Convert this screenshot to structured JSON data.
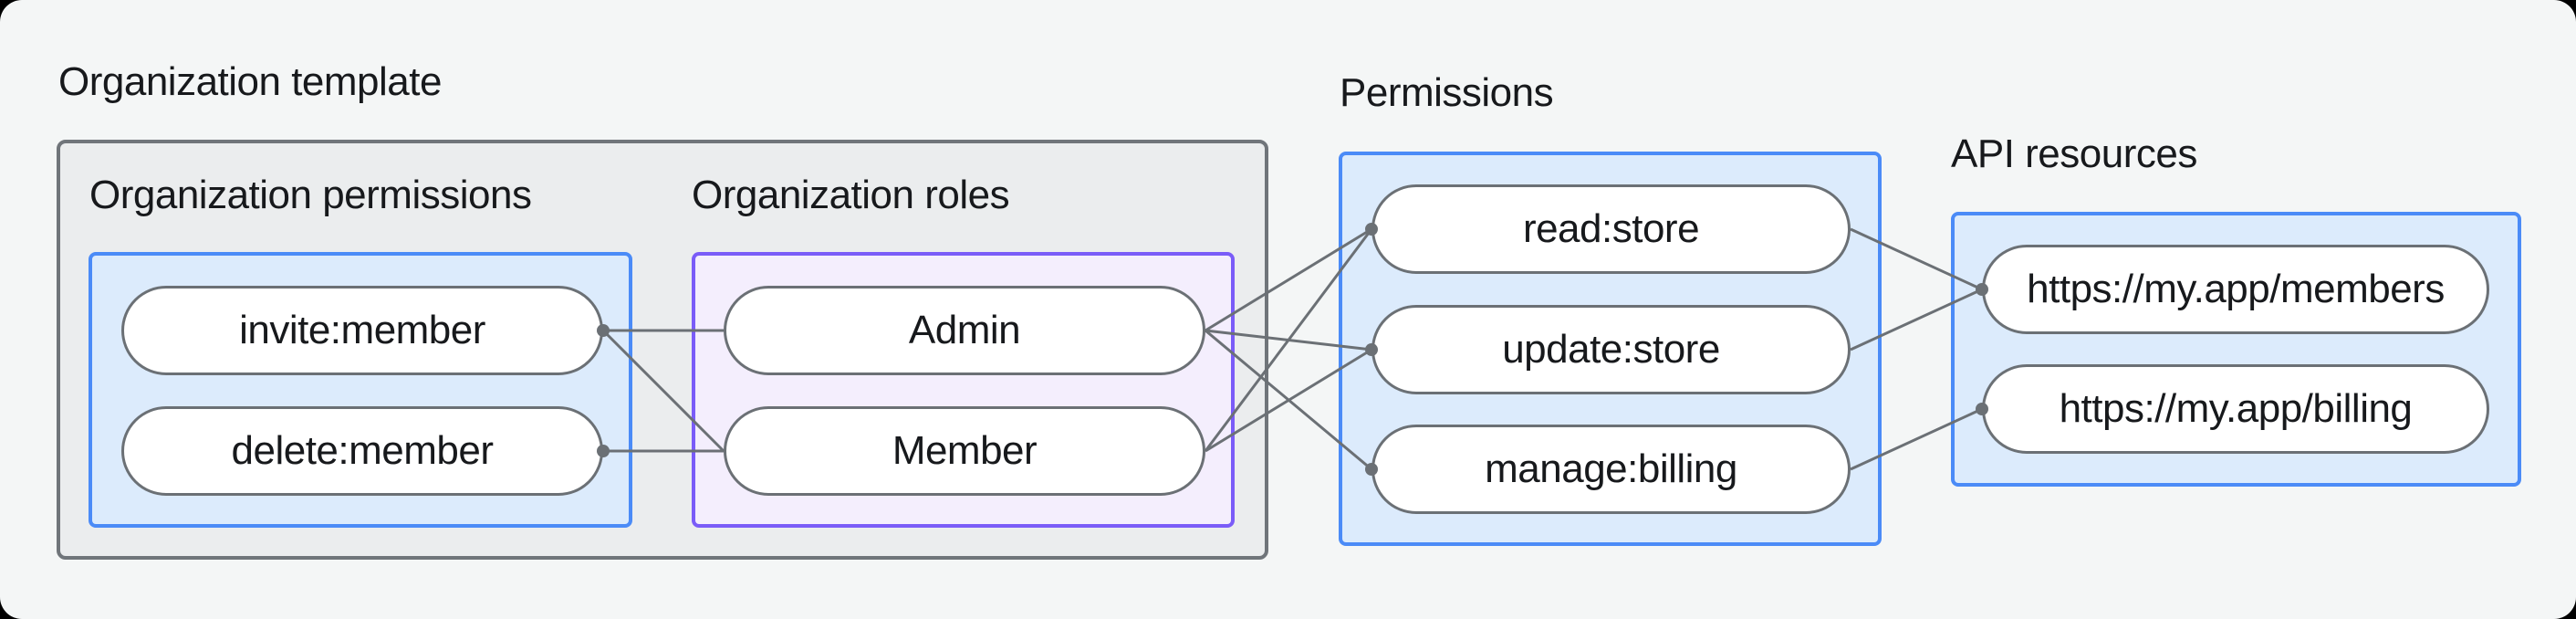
{
  "page": {
    "title": "Organization template"
  },
  "headings": {
    "permissions": "Permissions",
    "api_resources": "API resources"
  },
  "groups": {
    "org_permissions": {
      "label": "Organization permissions"
    },
    "org_roles": {
      "label": "Organization roles"
    }
  },
  "nodes": {
    "invite": {
      "label": "invite:member"
    },
    "delete": {
      "label": "delete:member"
    },
    "admin": {
      "label": "Admin"
    },
    "member": {
      "label": "Member"
    },
    "read": {
      "label": "read:store"
    },
    "update": {
      "label": "update:store"
    },
    "manage": {
      "label": "manage:billing"
    },
    "members_api": {
      "label": "https://my.app/members"
    },
    "billing_api": {
      "label": "https://my.app/billing"
    }
  },
  "graph": {
    "edges": [
      [
        "invite",
        "admin"
      ],
      [
        "invite",
        "member"
      ],
      [
        "delete",
        "member"
      ],
      [
        "admin",
        "read"
      ],
      [
        "admin",
        "update"
      ],
      [
        "admin",
        "manage"
      ],
      [
        "member",
        "read"
      ],
      [
        "member",
        "update"
      ],
      [
        "read",
        "members_api"
      ],
      [
        "update",
        "members_api"
      ],
      [
        "manage",
        "billing_api"
      ]
    ],
    "dots": [
      [
        "invite",
        "right"
      ],
      [
        "delete",
        "right"
      ],
      [
        "read",
        "left"
      ],
      [
        "update",
        "left"
      ],
      [
        "manage",
        "left"
      ],
      [
        "members_api",
        "left"
      ],
      [
        "billing_api",
        "left"
      ]
    ],
    "dot_radius": 7,
    "line_width": 3
  },
  "colors": {
    "page_background": "#f4f6f6",
    "template_box_fill": "#ebedee",
    "template_box_border": "#70757a",
    "blue_box_fill": "#dcebfc",
    "blue_box_border": "#4b8bf7",
    "purple_box_fill": "#f4eefd",
    "purple_box_border": "#7a5cf8",
    "pill_fill": "#ffffff",
    "connector": "#6b7075",
    "text": "#17191c"
  }
}
